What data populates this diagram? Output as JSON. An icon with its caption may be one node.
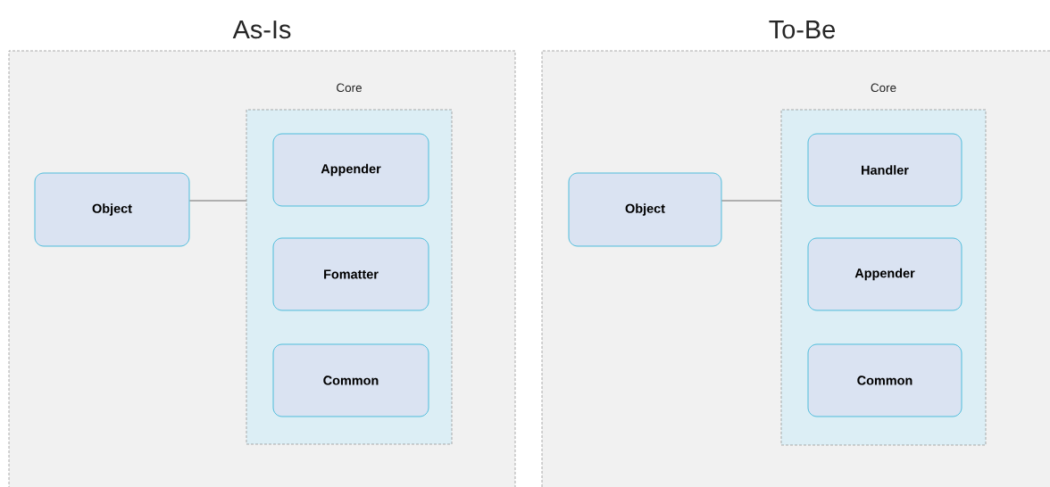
{
  "diagram": {
    "nodes": [
      {
        "text": [
          "As-Is"
        ]
      },
      {
        "text": [
          "Object"
        ],
        "in": 0
      },
      {
        "text": [
          "Core"
        ],
        "in": 0
      },
      {
        "text": [
          "Appender"
        ],
        "in": 2
      },
      {
        "text": [
          "Fomatter"
        ],
        "in": 2
      },
      {
        "text": [
          "Common"
        ],
        "in": 2
      },
      {
        "text": [
          "To-Be"
        ]
      },
      {
        "text": [
          "Object"
        ],
        "in": 6
      },
      {
        "text": [
          "Core"
        ],
        "in": 6
      },
      {
        "text": [
          "Handler"
        ],
        "in": 8
      },
      {
        "text": [
          "Appender"
        ],
        "in": 8
      },
      {
        "text": [
          "Common"
        ],
        "in": 8
      }
    ],
    "edges": [
      {
        "from": 1,
        "to": 2,
        "arrow": "none"
      },
      {
        "from": 7,
        "to": 8,
        "arrow": "none"
      }
    ]
  }
}
